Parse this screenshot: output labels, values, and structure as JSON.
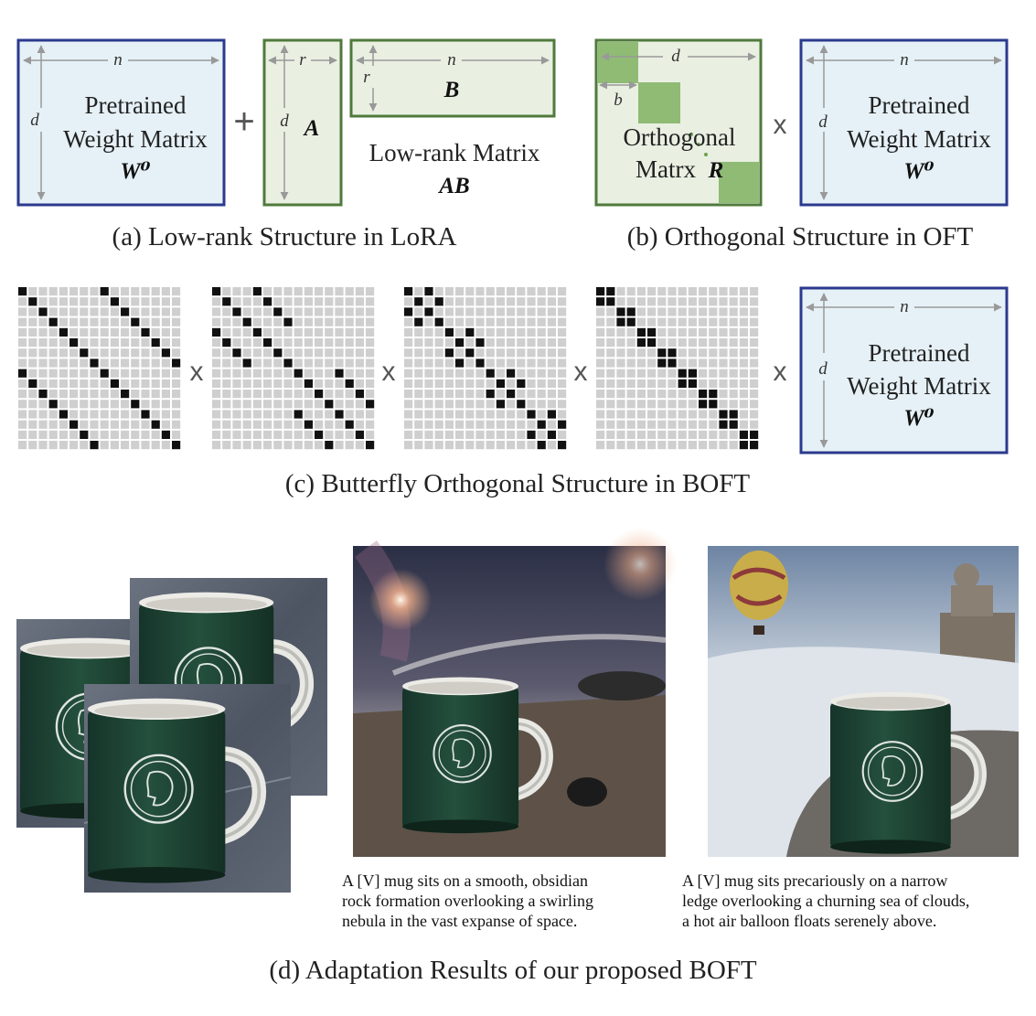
{
  "panel_a": {
    "matrix_w0": {
      "line1": "Pretrained",
      "line2": "Weight Matrix",
      "symbol": "W⁰",
      "dim_top": "n",
      "dim_left": "d"
    },
    "plus": "+",
    "matrix_a": {
      "symbol": "A",
      "dim_top": "r",
      "dim_left": "d"
    },
    "matrix_b": {
      "symbol": "B",
      "dim_top": "n",
      "dim_left": "r"
    },
    "lowrank": {
      "line1": "Low-rank Matrix",
      "symbol": "AB"
    },
    "caption": "(a) Low-rank Structure in LoRA"
  },
  "panel_b": {
    "matrix_r": {
      "line1": "Orthogonal",
      "line2": "Matrx",
      "symbol": "R",
      "dim_top": "d",
      "dim_block": "b"
    },
    "times": "x",
    "matrix_w0": {
      "line1": "Pretrained",
      "line2": "Weight Matrix",
      "symbol": "W⁰",
      "dim_top": "n",
      "dim_left": "d"
    },
    "caption": "(b) Orthogonal Structure in OFT"
  },
  "panel_c": {
    "times": "x",
    "matrix_w0": {
      "line1": "Pretrained",
      "line2": "Weight Matrix",
      "symbol": "W⁰",
      "dim_top": "n",
      "dim_left": "d"
    },
    "caption": "(c) Butterfly Orthogonal Structure in BOFT"
  },
  "panel_d": {
    "result1_caption": [
      "A [V] mug sits on a smooth, obsidian",
      "rock formation overlooking a swirling",
      "nebula in the vast expanse of space."
    ],
    "result2_caption": [
      "A [V] mug sits precariously on a narrow",
      "ledge overlooking a churning sea of clouds,",
      "a hot air balloon floats serenely above."
    ],
    "caption": "(d) Adaptation Results of our proposed BOFT"
  },
  "colors": {
    "blue_border": "#2b3a8e",
    "blue_fill": "#e6f1f7",
    "green_border": "#4f7a3c",
    "green_fill": "#e9f0e2",
    "green_block": "#8fbb74",
    "grid_gray": "#cfcfcf",
    "grid_black": "#111111",
    "mug_green": "#1f4233"
  }
}
